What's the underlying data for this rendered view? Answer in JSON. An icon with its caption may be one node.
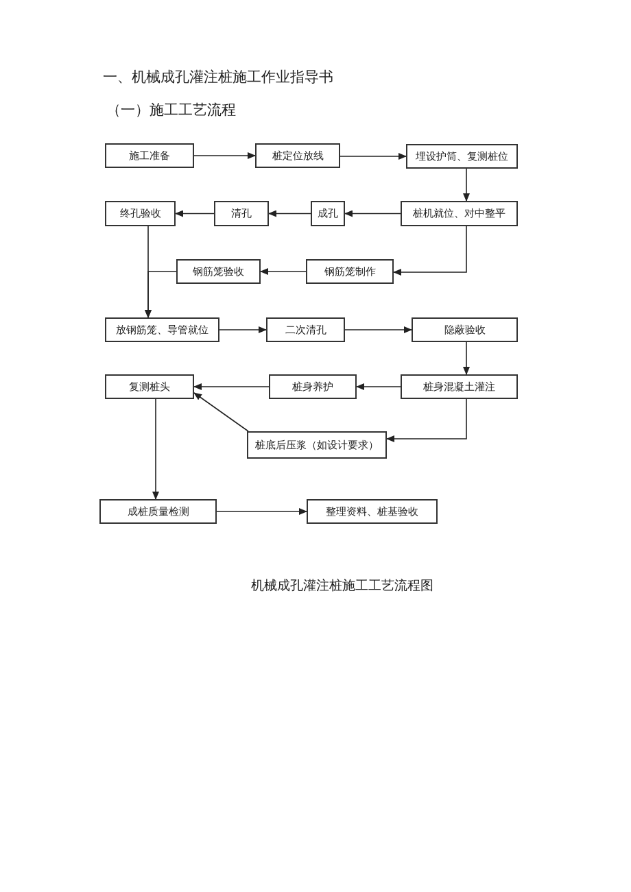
{
  "diagram": {
    "title": "一、机械成孔灌注桩施工作业指导书",
    "caption": "机械成孔灌注桩施工工艺流程图",
    "nodes": [
      {
        "text": [
          "施工准备"
        ]
      },
      {
        "text": [
          "桩定位放线"
        ]
      },
      {
        "text": [
          "埋设护筒、复测桩位"
        ]
      },
      {
        "text": [
          "桩机就位、对中整平"
        ]
      },
      {
        "text": [
          "成孔"
        ]
      },
      {
        "text": [
          "清孔"
        ]
      },
      {
        "text": [
          "终孔验收"
        ]
      },
      {
        "text": [
          "钢筋笼制作"
        ]
      },
      {
        "text": [
          "钢筋笼验收"
        ]
      },
      {
        "text": [
          "放钢筋笼、导管就位"
        ]
      },
      {
        "text": [
          "二次清孔"
        ]
      },
      {
        "text": [
          "隐蔽验收"
        ]
      },
      {
        "text": [
          "桩身混凝土灌注"
        ]
      },
      {
        "text": [
          "桩身养护"
        ]
      },
      {
        "text": [
          "复测桩头"
        ]
      },
      {
        "text": [
          "桩底后压浆（如设计要求）"
        ]
      },
      {
        "text": [
          "成桩质量检测"
        ]
      },
      {
        "text": [
          "整理资料、桩基验收"
        ]
      }
    ],
    "edges": [
      {
        "from": 0,
        "to": 1,
        "arrow": "to"
      },
      {
        "from": 1,
        "to": 2,
        "arrow": "to"
      },
      {
        "from": 2,
        "to": 3,
        "arrow": "to"
      },
      {
        "from": 3,
        "to": 4,
        "arrow": "to"
      },
      {
        "from": 4,
        "to": 5,
        "arrow": "to"
      },
      {
        "from": 5,
        "to": 6,
        "arrow": "to"
      },
      {
        "from": 3,
        "to": 7,
        "arrow": "to"
      },
      {
        "from": 7,
        "to": 8,
        "arrow": "to"
      },
      {
        "from": 6,
        "to": 9,
        "arrow": "to"
      },
      {
        "from": 8,
        "to": 9,
        "arrow": "to"
      },
      {
        "from": 9,
        "to": 10,
        "arrow": "to"
      },
      {
        "from": 10,
        "to": 11,
        "arrow": "to"
      },
      {
        "from": 11,
        "to": 12,
        "arrow": "to"
      },
      {
        "from": 12,
        "to": 13,
        "arrow": "to"
      },
      {
        "from": 13,
        "to": 14,
        "arrow": "to"
      },
      {
        "from": 12,
        "to": 15,
        "arrow": "to"
      },
      {
        "from": 15,
        "to": 14,
        "arrow": "to"
      },
      {
        "from": 14,
        "to": 16,
        "arrow": "to"
      },
      {
        "from": 16,
        "to": 17,
        "arrow": "to"
      }
    ],
    "labels": [
      "（一）施工工艺流程"
    ]
  }
}
